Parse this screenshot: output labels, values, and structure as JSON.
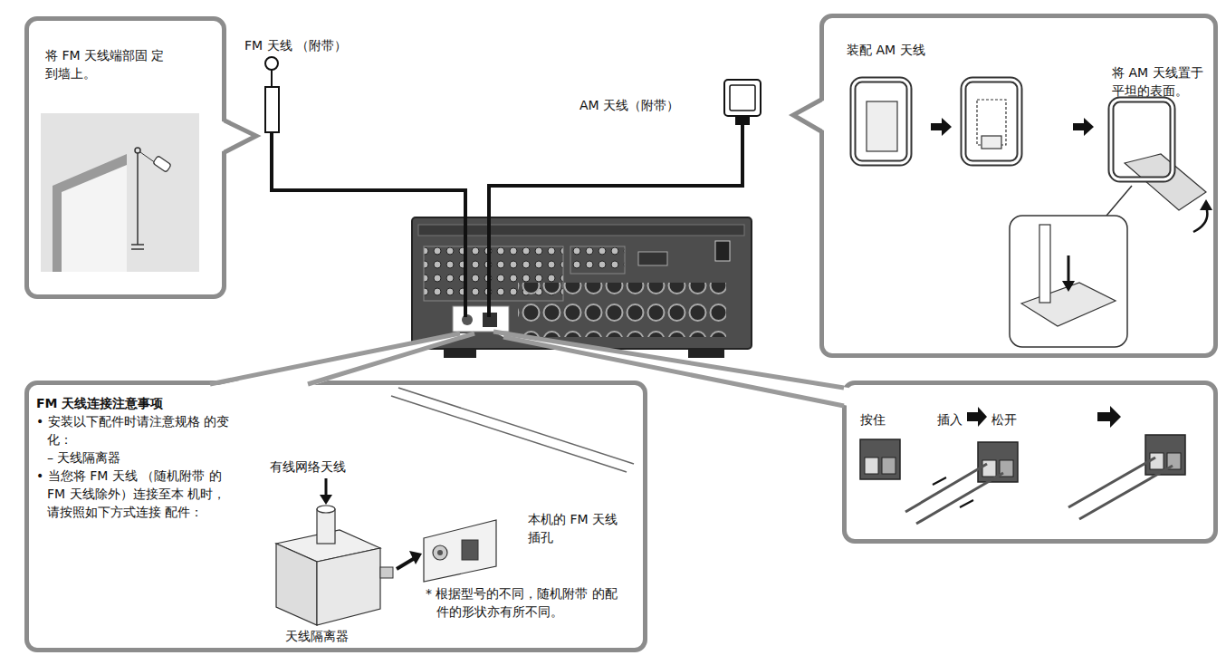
{
  "diagram": {
    "nodes": [
      {
        "text": [
          "将 FM 天线端部固 定到墙上。"
        ]
      },
      {
        "text": [
          "装配 AM 天线",
          "将 AM 天线置于 平坦的表面。"
        ]
      },
      {
        "text": [
          "FM 天线连接注意事项",
          "• 安装以下配件时请注意规格 的变化：",
          "– 天线隔离器",
          "• 当您将 FM 天线 （随机附带 的 FM 天线除外）连接至本 机时，请按照如下方式连接 配件：",
          "有线网络天线",
          "本机的 FM 天线插孔",
          "* 根据型号的不同，随机附带 的配件的形状亦有所不同。",
          "天线隔离器"
        ]
      },
      {
        "text": [
          "按住",
          "插入",
          "松开"
        ]
      }
    ],
    "labels": [
      "FM 天线 （附带）",
      "AM 天线（附带）"
    ]
  }
}
